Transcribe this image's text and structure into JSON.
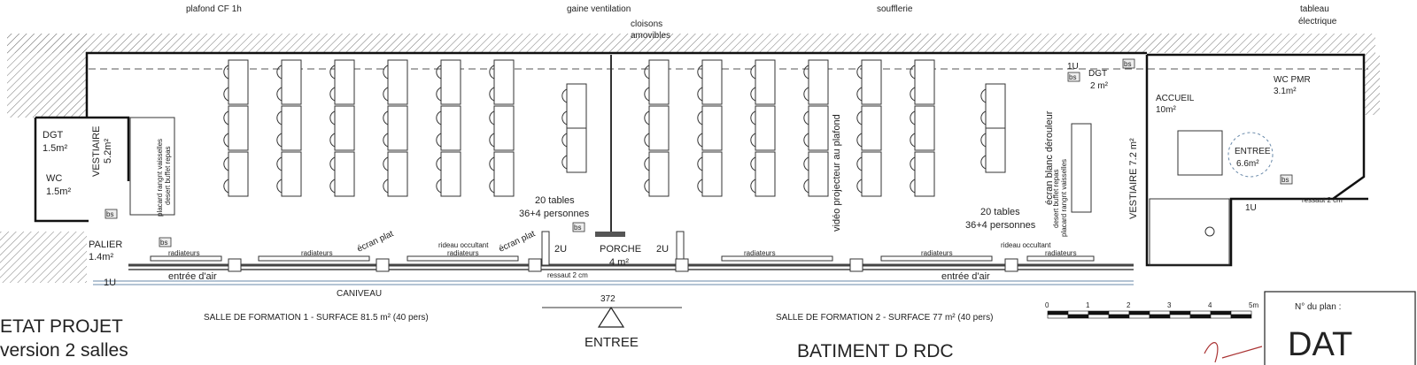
{
  "annotations": {
    "plafond": "plafond CF 1h",
    "gaine": "gaine ventilation",
    "cloisons_1": "cloisons",
    "cloisons_2": "amovibles",
    "soufflerie": "soufflerie",
    "tableau_1": "tableau",
    "tableau_2": "électrique",
    "ecran_plat": "écran plat",
    "rideau": "rideau occultant",
    "radiateurs": "radiateurs",
    "entree_air": "entrée d'air",
    "caniveau": "CANIVEAU",
    "ressaut": "ressaut 2 cm",
    "dimension": "372",
    "video": "vidéo projecteur au plafond",
    "ecran_blanc": "écran blanc dérouleur",
    "placard_1": "placard rangnt vaisselles",
    "placard_2": "desert buffet repas",
    "bs": "bs",
    "u1": "1U",
    "u2": "2U"
  },
  "rooms": {
    "dgt_left": {
      "name": "DGT",
      "area": "1.5m²"
    },
    "wc_left": {
      "name": "WC",
      "area": "1.5m²"
    },
    "vestiaire_left": {
      "name": "VESTIAIRE",
      "area": "5.2m²"
    },
    "palier": {
      "name": "PALIER",
      "area": "1.4m²"
    },
    "porche": {
      "name": "PORCHE",
      "area": "4 m²"
    },
    "dgt_right": {
      "name": "DGT",
      "area": "2 m²"
    },
    "accueil": {
      "name": "ACCUEIL",
      "area": "10m²"
    },
    "wc_pmr": {
      "name": "WC PMR",
      "area": "3.1m²"
    },
    "entree_hall": {
      "name": "ENTREE",
      "area": "6.6m²"
    },
    "vestiaire_right": {
      "name": "VESTIAIRE 7.2 m²"
    }
  },
  "salle1": {
    "tables": "20 tables",
    "persons": "36+4 personnes",
    "caption": "SALLE DE FORMATION 1 - SURFACE 81.5 m² (40 pers)"
  },
  "salle2": {
    "tables": "20 tables",
    "persons": "36+4 personnes",
    "caption": "SALLE DE FORMATION 2 - SURFACE 77 m² (40 pers)"
  },
  "entrance": "ENTREE",
  "title_block": {
    "line1": "ETAT PROJET",
    "line2": "version 2 salles",
    "building": "BATIMENT D RDC",
    "plan_label": "N° du plan :",
    "plan_number": "DAT"
  },
  "scale": {
    "ticks": [
      "0",
      "1",
      "2",
      "3",
      "4",
      "5m"
    ]
  }
}
